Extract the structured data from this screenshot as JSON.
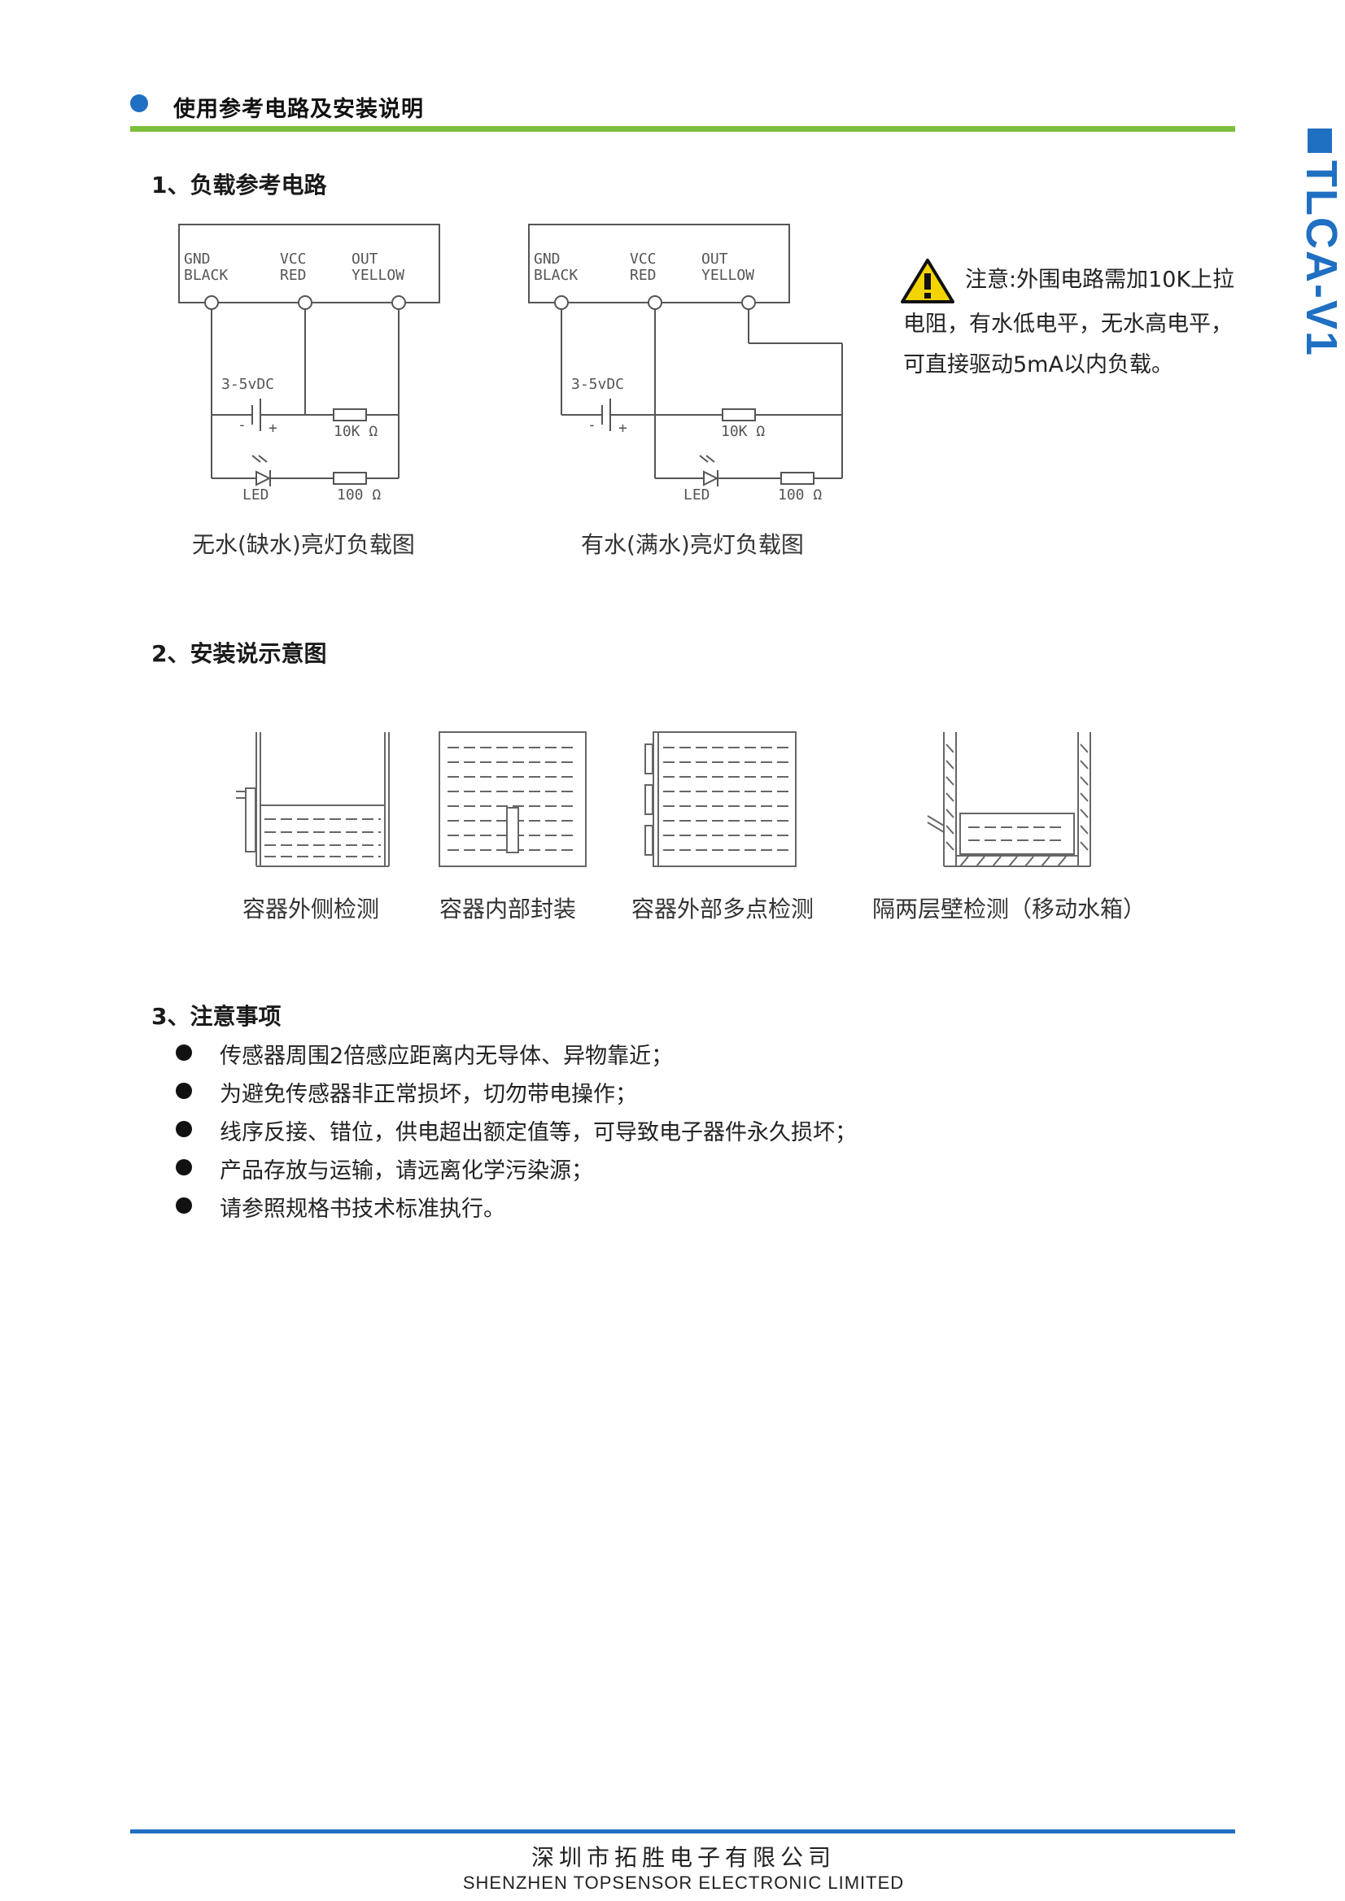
{
  "header": {
    "title": "使用参考电路及安装说明",
    "accent_blue": "#1f6fc2",
    "accent_green": "#7cbf3c"
  },
  "side_label": "TLCA-V1",
  "section1": {
    "title": "1、负载参考电路",
    "circuit_left": {
      "pin1_name": "GND",
      "pin1_color": "BLACK",
      "pin2_name": "VCC",
      "pin2_color": "RED",
      "pin3_name": "OUT",
      "pin3_color": "YELLOW",
      "supply": "3-5vDC",
      "minus": "-",
      "plus": "+",
      "pullup": "10K Ω",
      "led": "LED",
      "series_res": "100 Ω",
      "caption": "无水(缺水)亮灯负载图"
    },
    "circuit_right": {
      "pin1_name": "GND",
      "pin1_color": "BLACK",
      "pin2_name": "VCC",
      "pin2_color": "RED",
      "pin3_name": "OUT",
      "pin3_color": "YELLOW",
      "supply": "3-5vDC",
      "minus": "-",
      "plus": "+",
      "pullup": "10K Ω",
      "led": "LED",
      "series_res": "100 Ω",
      "caption": "有水(满水)亮灯负载图"
    },
    "note": {
      "icon": "warning-triangle-icon",
      "text": "注意:外围电路需加10K上拉电阻，有水低电平，无水高电平，可直接驱动5mA以内负载。"
    }
  },
  "section2": {
    "title": "2、安装说示意图",
    "captions": [
      "容器外侧检测",
      "容器内部封装",
      "容器外部多点检测",
      "隔两层壁检测（移动水箱）"
    ]
  },
  "section3": {
    "title": "3、注意事项",
    "items": [
      "传感器周围2倍感应距离内无导体、异物靠近；",
      "为避免传感器非正常损坏，切勿带电操作；",
      "线序反接、错位，供电超出额定值等，可导致电子器件永久损坏；",
      "产品存放与运输，请远离化学污染源；",
      "请参照规格书技术标准执行。"
    ]
  },
  "footer": {
    "company_cn": "深圳市拓胜电子有限公司",
    "company_en": "SHENZHEN TOPSENSOR ELECTRONIC LIMITED"
  }
}
